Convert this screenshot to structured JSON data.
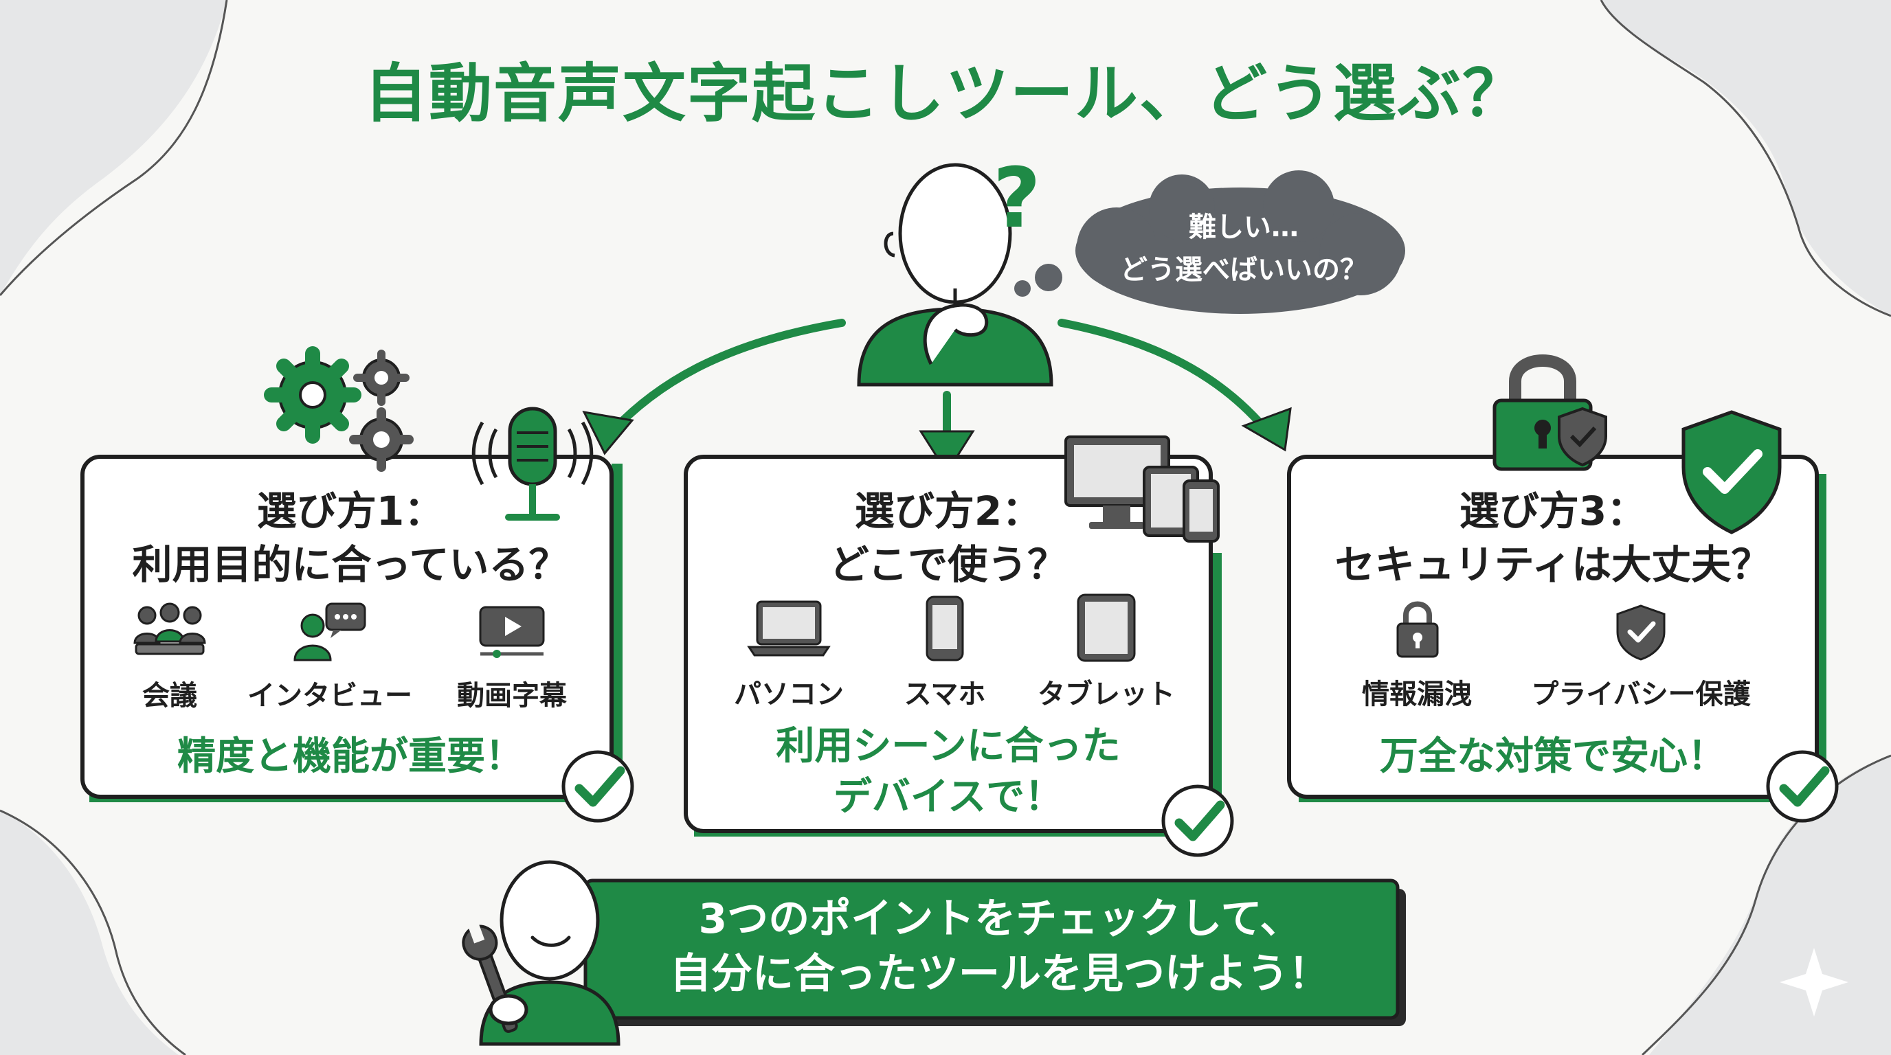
{
  "title": "自動音声文字起こしツール、どう選ぶ？",
  "thought_bubble": {
    "line1": "難しい…",
    "line2": "どう選べばいいの？"
  },
  "cards": [
    {
      "title_line1": "選び方1：",
      "title_line2": "利用目的に合っている？",
      "items": [
        {
          "label": "会議",
          "icon": "meeting-people-icon"
        },
        {
          "label": "インタビュー",
          "icon": "interview-icon"
        },
        {
          "label": "動画字幕",
          "icon": "video-caption-icon"
        }
      ],
      "footer_line1": "精度と機能が重要！",
      "footer_line2": ""
    },
    {
      "title_line1": "選び方2：",
      "title_line2": "どこで使う？",
      "items": [
        {
          "label": "パソコン",
          "icon": "laptop-icon"
        },
        {
          "label": "スマホ",
          "icon": "smartphone-icon"
        },
        {
          "label": "タブレット",
          "icon": "tablet-icon"
        }
      ],
      "footer_line1": "利用シーンに合った",
      "footer_line2": "デバイスで！"
    },
    {
      "title_line1": "選び方3：",
      "title_line2": "セキュリティは大丈夫？",
      "items": [
        {
          "label": "情報漏洩",
          "icon": "lock-icon"
        },
        {
          "label": "プライバシー保護",
          "icon": "shield-check-icon"
        }
      ],
      "footer_line1": "万全な対策で安心！",
      "footer_line2": ""
    }
  ],
  "banner": {
    "line1": "3つのポイントをチェックして、",
    "line2": "自分に合ったツールを見つけよう！"
  },
  "colors": {
    "accent": "#1f8a46",
    "dark": "#2b2b2b",
    "bubble": "#5f6368",
    "background": "#f7f7f5",
    "blob": "#e6e7e8"
  }
}
